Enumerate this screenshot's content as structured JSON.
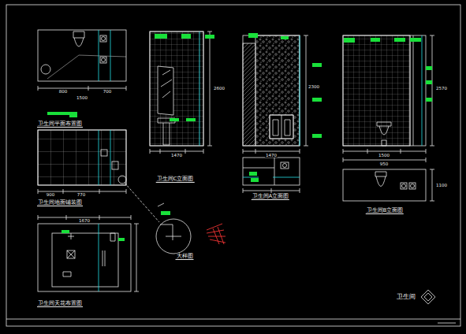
{
  "diagram": {
    "title": "卫生间",
    "labels": [
      "卫生间平面布置图",
      "卫生间地面铺装图",
      "卫生间天花布置图",
      "卫生间C立面图",
      "卫生间A立面图",
      "卫生间B立面图",
      "大样图",
      "800",
      "700",
      "1500",
      "900",
      "770",
      "1470",
      "2600",
      "1670",
      "1470",
      "2300",
      "1500",
      "950",
      "1100",
      "2570"
    ]
  }
}
